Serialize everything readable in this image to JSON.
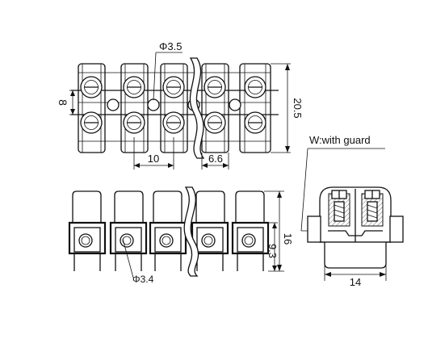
{
  "drawing": {
    "top_view": {
      "hole_diameter": "Φ3.5",
      "height_label": "20.5",
      "row_spacing_label": "8",
      "pitch_label": "10",
      "break_pitch_label": "6.6"
    },
    "front_view": {
      "height_label": "16",
      "terminal_height_label": "9.3",
      "hole_diameter": "Φ3.4"
    },
    "guard_view": {
      "title": "W:with guard",
      "width_label": "14"
    }
  }
}
